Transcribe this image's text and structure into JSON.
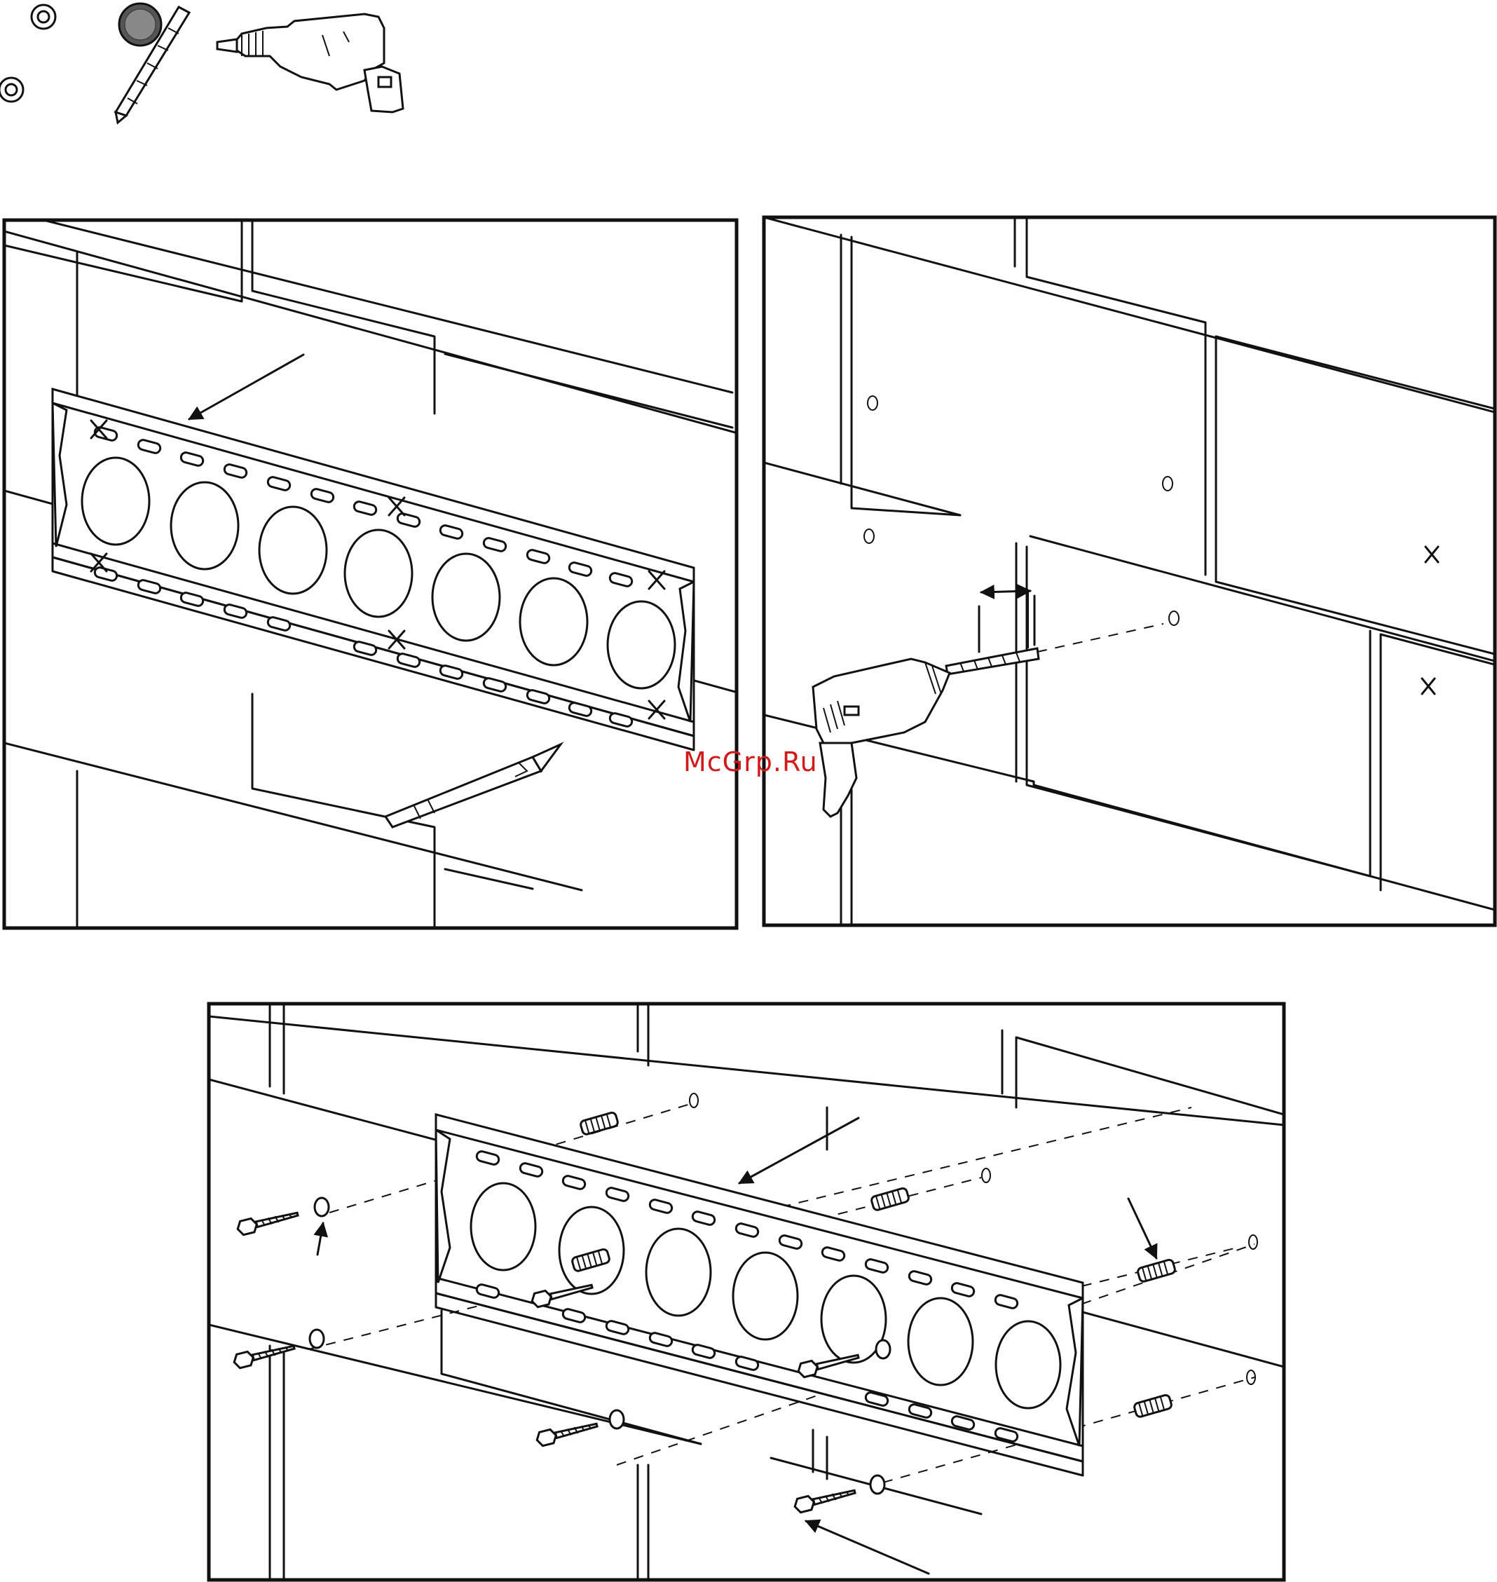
{
  "watermark": {
    "text": "McGrp.Ru",
    "color": "#d21a1a"
  },
  "tools": [
    {
      "name": "wrench-icon"
    },
    {
      "name": "masonry-drill-bit-icon"
    },
    {
      "name": "power-drill-icon"
    }
  ],
  "steps": [
    {
      "name": "mark-holes-panel",
      "content": "mounting-plate-on-wall-with-pencil"
    },
    {
      "name": "drill-holes-panel",
      "content": "drill-into-wall-tiles"
    },
    {
      "name": "fasten-plate-panel",
      "content": "plate-with-wall-anchors-washers-and-lag-bolts"
    }
  ],
  "colors": {
    "line": "#111111",
    "background": "#ffffff"
  }
}
